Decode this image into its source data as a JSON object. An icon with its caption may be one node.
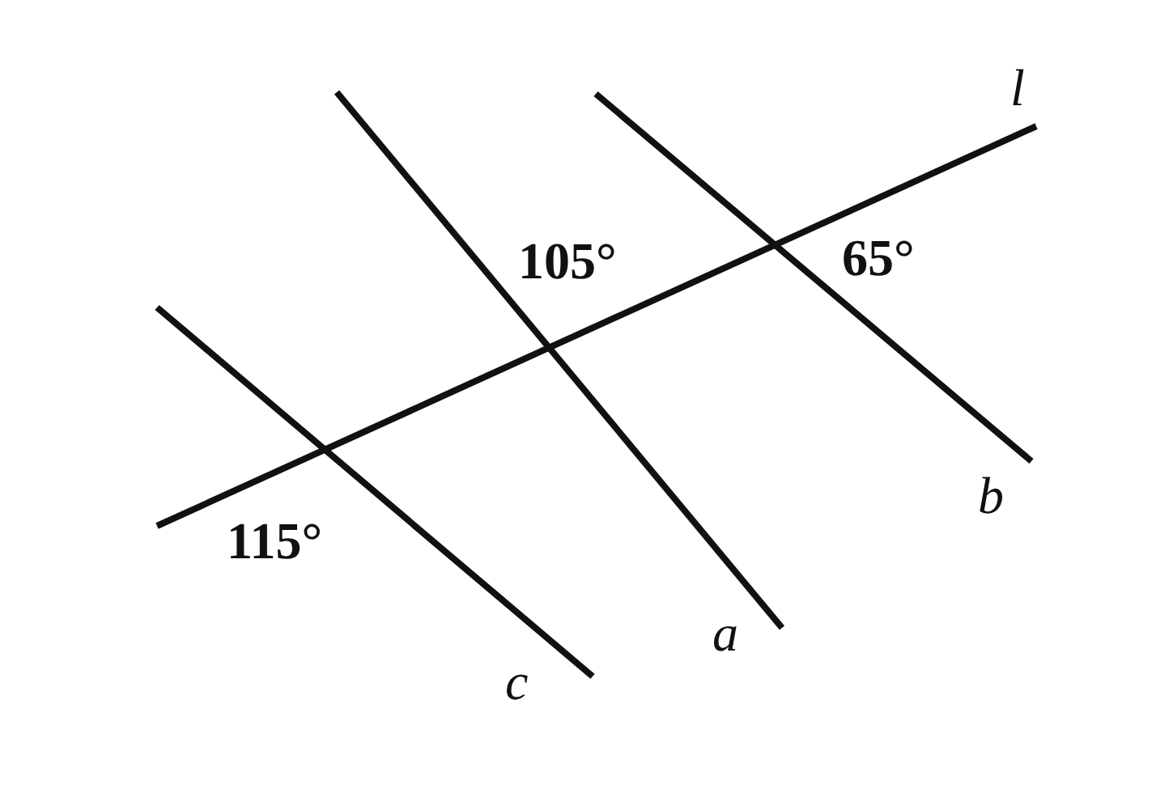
{
  "diagram": {
    "labels": [
      "l",
      "105°",
      "65°",
      "b",
      "115°",
      "a",
      "c"
    ]
  }
}
